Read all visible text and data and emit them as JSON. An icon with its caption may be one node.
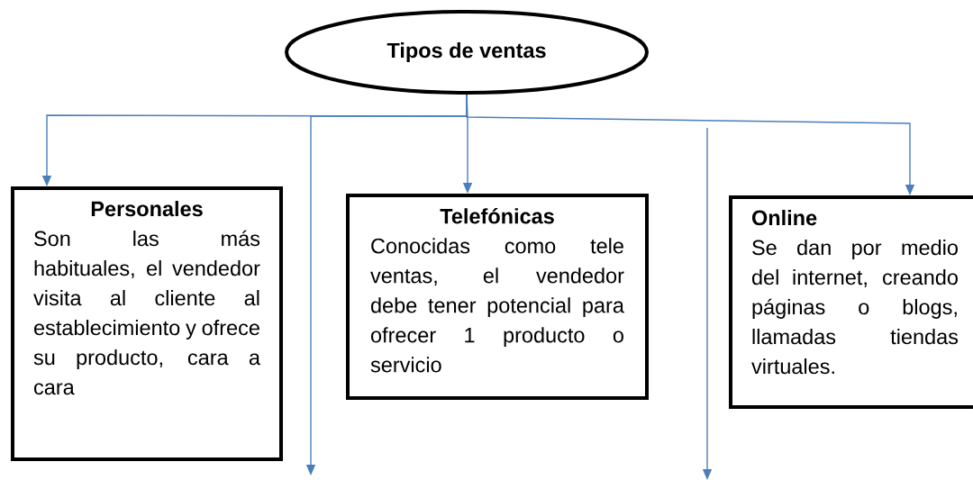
{
  "diagram": {
    "nodes": [
      {
        "text": [
          "Tipos de ventas"
        ]
      },
      {
        "text": [
          "Personales",
          "Son las más habituales, el vendedor visita al cliente al establecimiento y ofrece su producto, cara a cara"
        ]
      },
      {
        "text": [
          "Telefónicas",
          "Conocidas como tele ventas, el vendedor debe tener potencial para ofrecer 1 producto o servicio"
        ]
      },
      {
        "text": [
          "Online",
          "Se dan por medio del internet, creando páginas o blogs, llamadas tiendas virtuales."
        ]
      }
    ],
    "edges": [
      {
        "from": 0,
        "to": 1,
        "arrow": "to"
      },
      {
        "from": 0,
        "to": 2,
        "arrow": "to"
      },
      {
        "from": 0,
        "to": 3,
        "arrow": "to"
      },
      {
        "from": 0,
        "to": null,
        "arrow": "to"
      }
    ]
  }
}
